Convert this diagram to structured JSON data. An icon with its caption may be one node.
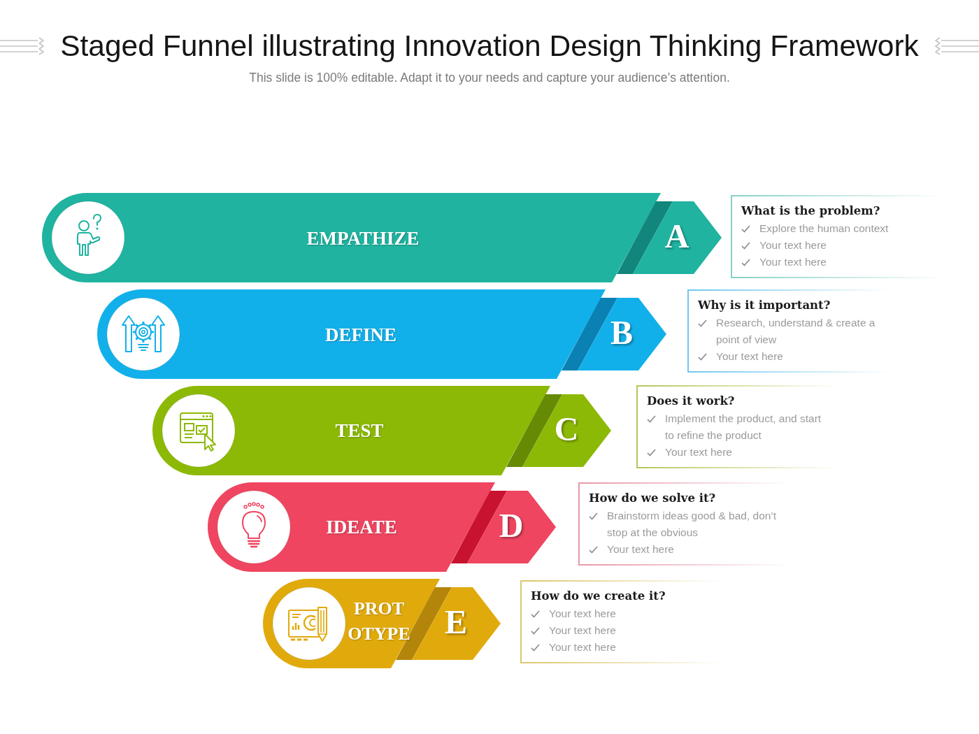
{
  "diagram": {
    "title": "Staged Funnel illustrating Innovation Design Thinking Framework",
    "nodes": [
      {
        "text": [
          "EMPATHIZE"
        ]
      },
      {
        "text": [
          "A"
        ]
      },
      {
        "text": [
          "What is the problem?",
          "Explore the human context",
          "Your text here",
          "Your text here"
        ]
      },
      {
        "text": [
          "DEFINE"
        ]
      },
      {
        "text": [
          "B"
        ]
      },
      {
        "text": [
          "Why is it important?",
          "Research, understand & create a point of view",
          "Your text here"
        ]
      },
      {
        "text": [
          "TEST"
        ]
      },
      {
        "text": [
          "C"
        ]
      },
      {
        "text": [
          "Does it work?",
          "Implement the product, and start to refine the product",
          "Your text here"
        ]
      },
      {
        "text": [
          "IDEATE"
        ]
      },
      {
        "text": [
          "D"
        ]
      },
      {
        "text": [
          "How do we solve it?",
          "Brainstorm ideas good & bad, don’t stop at the obvious",
          "Your text here"
        ]
      },
      {
        "text": [
          "PROT OTYPE"
        ]
      },
      {
        "text": [
          "E"
        ]
      },
      {
        "text": [
          "How do we create it?",
          "Your text here",
          "Your text here",
          "Your text here"
        ]
      }
    ],
    "labels": [
      "This slide is 100% editable. Adapt it to your needs and capture your audience’s attention."
    ]
  }
}
